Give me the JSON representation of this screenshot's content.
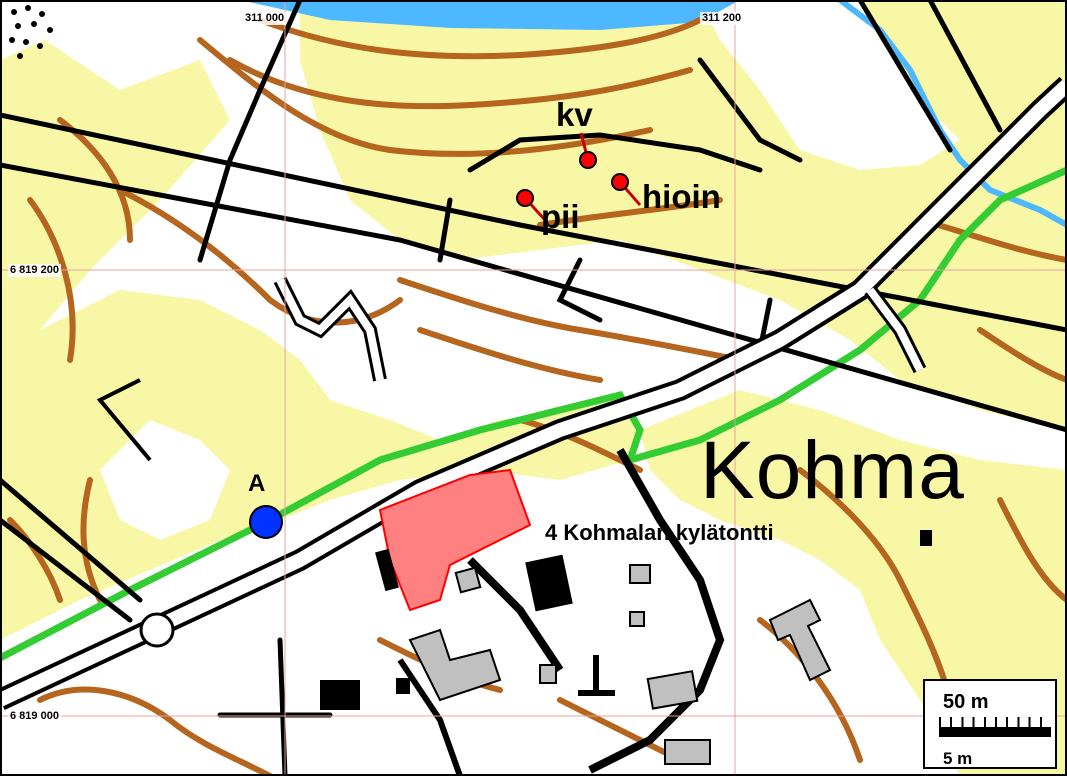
{
  "map": {
    "coordinates": {
      "easting_1": "311 000",
      "easting_2": "311 200",
      "northing_1": "6 819 200",
      "northing_2": "6 819 000"
    },
    "find_labels": {
      "kv": "kv",
      "pii": "pii",
      "hioin": "hioin"
    },
    "point_label": "A",
    "site_label": "4  Kohmalan kylätontti",
    "place_name": "Kohma",
    "scale": {
      "primary": "50 m",
      "secondary": "5 m"
    },
    "colors": {
      "field": "#f7f7a6",
      "contour": "#b5651d",
      "road": "#000000",
      "boundary": "#33cc33",
      "water": "#4db8ff",
      "site": "#ff8080",
      "find_marker": "#ff0000",
      "point_marker": "#0033ff",
      "building": "#c0c0c0",
      "grid": "#e8a0a0"
    }
  }
}
